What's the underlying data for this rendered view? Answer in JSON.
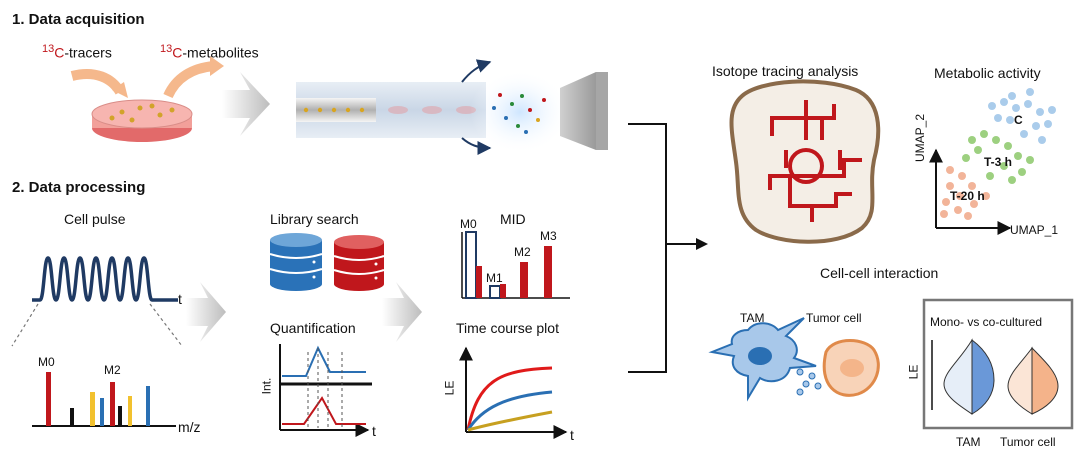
{
  "section1": {
    "title": "1. Data acquisition",
    "tracers": "-tracers",
    "metabolites": "-metabolites",
    "isotope": "C",
    "mass": "13"
  },
  "section2": {
    "title": "2. Data processing",
    "cell_pulse": "Cell pulse",
    "axis_t": "t",
    "axis_mz": "m/z",
    "spectrum_m0": "M0",
    "spectrum_m2": "M2",
    "library_search": "Library search",
    "quantification": "Quantification",
    "int_label": "Int.",
    "mid_title": "MID",
    "mid_labels": [
      "M0",
      "M1",
      "M2",
      "M3"
    ],
    "time_course": "Time course plot",
    "le_label": "LE"
  },
  "results": {
    "isotope_tracing": "Isotope tracing analysis",
    "metabolic_activity": "Metabolic activity",
    "umap1": "UMAP_1",
    "umap2": "UMAP_2",
    "clusters": [
      "C",
      "T-3 h",
      "T-20 h"
    ],
    "cell_cell": "Cell-cell interaction",
    "tam": "TAM",
    "tumor_cell": "Tumor cell",
    "mono_vs_co": "Mono- vs co-cultured",
    "violin_le": "LE",
    "violin_x": [
      "TAM",
      "Tumor cell"
    ]
  },
  "colors": {
    "red": "#c0171c",
    "navy": "#1f3a63",
    "blue": "#2a6fb3",
    "gold": "#c7a020",
    "orange": "#f0a070",
    "green": "#8cc86a",
    "lightblue": "#9cc4e8"
  }
}
